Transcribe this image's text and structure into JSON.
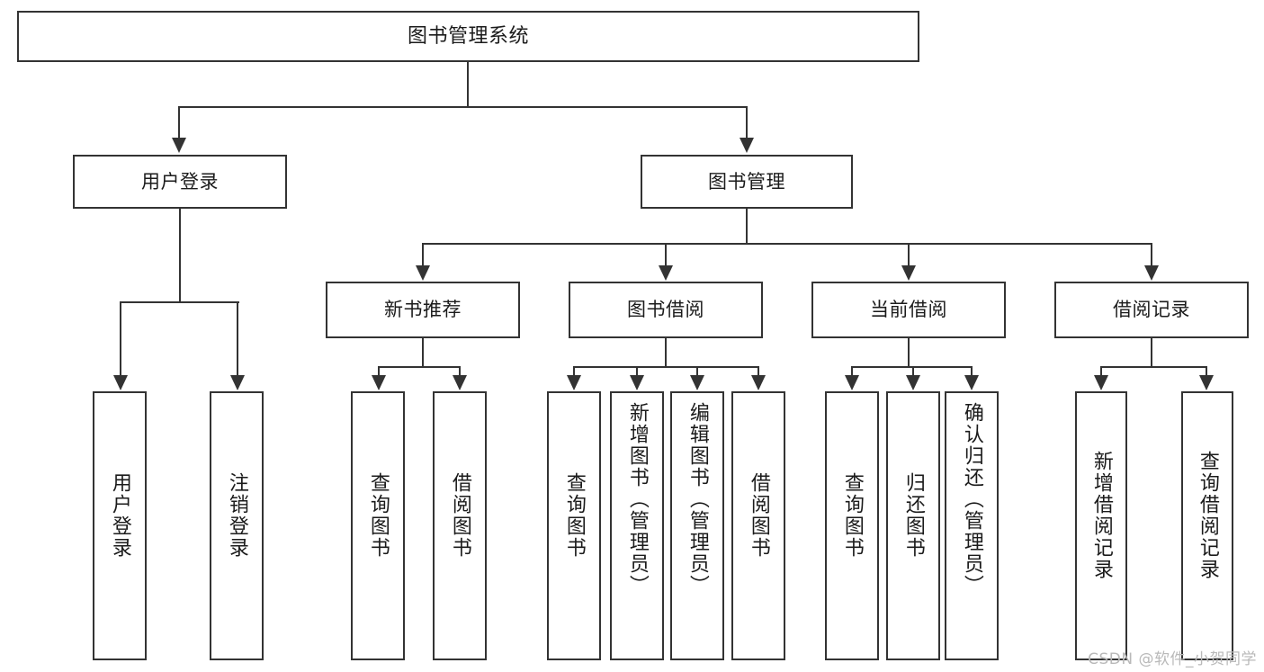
{
  "diagram": {
    "title": "图书管理系统",
    "type": "tree-hierarchy-diagram",
    "watermark": "CSDN @软件_小贺同学",
    "colors": {
      "stroke": "#333333",
      "fill": "#ffffff",
      "text": "#1b1b1b",
      "watermark": "#b9b9b9"
    }
  },
  "nodes": {
    "root": {
      "label": "图书管理系统"
    },
    "level2": [
      {
        "label": "用户登录"
      },
      {
        "label": "图书管理"
      }
    ],
    "level3": [
      {
        "label": "新书推荐"
      },
      {
        "label": "图书借阅"
      },
      {
        "label": "当前借阅"
      },
      {
        "label": "借阅记录"
      }
    ],
    "leaves": [
      {
        "label": "用户登录",
        "parent": "用户登录"
      },
      {
        "label": "注销登录",
        "parent": "用户登录"
      },
      {
        "label": "查询图书",
        "parent": "新书推荐"
      },
      {
        "label": "借阅图书",
        "parent": "新书推荐"
      },
      {
        "label": "查询图书",
        "parent": "图书借阅"
      },
      {
        "label": "新增图书（管理员）",
        "parent": "图书借阅"
      },
      {
        "label": "编辑图书（管理员）",
        "parent": "图书借阅"
      },
      {
        "label": "借阅图书",
        "parent": "图书借阅"
      },
      {
        "label": "查询图书",
        "parent": "当前借阅"
      },
      {
        "label": "归还图书",
        "parent": "当前借阅"
      },
      {
        "label": "确认归还（管理员）",
        "parent": "当前借阅"
      },
      {
        "label": "新增借阅记录",
        "parent": "借阅记录"
      },
      {
        "label": "查询借阅记录",
        "parent": "借阅记录"
      }
    ]
  }
}
